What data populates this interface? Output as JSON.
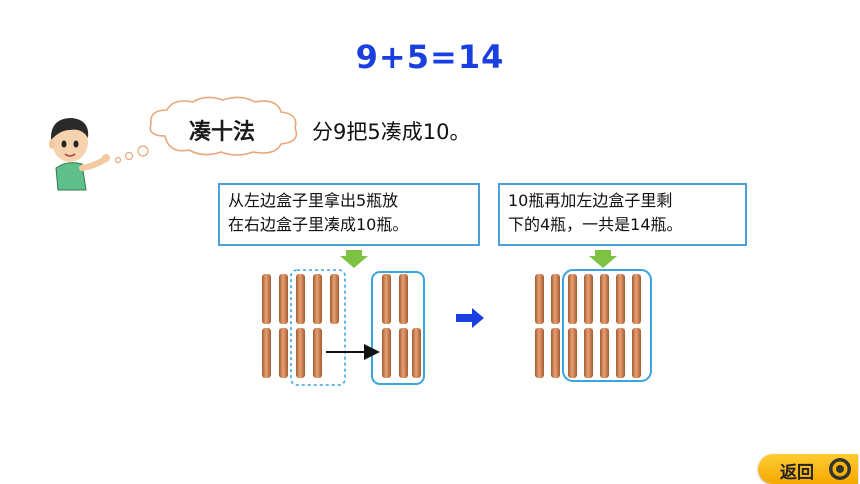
{
  "slide": {
    "equation": "9+5=14",
    "method_name": "凑十法",
    "method_desc": "分9把5凑成10。",
    "note_left_line1": "从左边盒子里拿出5瓶放",
    "note_left_line2": "在右边盒子里凑成10瓶。",
    "note_right_line1": "10瓶再加左边盒子里剩",
    "note_right_line2": "下的4瓶，一共是14瓶。"
  },
  "nav": {
    "back_label": "返回"
  },
  "colors": {
    "title": "#1a3fe0",
    "box_border": "#3aa4e0",
    "arrow_green": "#7dc242",
    "arrow_blue": "#1a3fe0",
    "bottle": "#c97a4a",
    "back_button": "#f5b400"
  }
}
